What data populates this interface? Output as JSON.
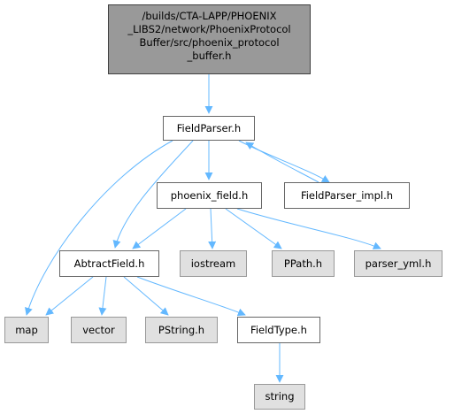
{
  "graph": {
    "edge_color": "#63b8ff",
    "nodes": {
      "main": {
        "lines": [
          "/builds/CTA-LAPP/PHOENIX",
          "_LIBS2/network/PhoenixProtocol",
          "Buffer/src/phoenix_protocol",
          "_buffer.h"
        ],
        "style": "focus"
      },
      "fieldparser": {
        "label": "FieldParser.h",
        "style": "documented"
      },
      "phoenix_field": {
        "label": "phoenix_field.h",
        "style": "documented"
      },
      "fieldparser_impl": {
        "label": "FieldParser_impl.h",
        "style": "documented"
      },
      "abtractfield": {
        "label": "AbtractField.h",
        "style": "documented"
      },
      "iostream": {
        "label": "iostream",
        "style": "external"
      },
      "ppath": {
        "label": "PPath.h",
        "style": "external"
      },
      "parser_yml": {
        "label": "parser_yml.h",
        "style": "external"
      },
      "map": {
        "label": "map",
        "style": "external"
      },
      "vector": {
        "label": "vector",
        "style": "external"
      },
      "pstring": {
        "label": "PString.h",
        "style": "external"
      },
      "fieldtype": {
        "label": "FieldType.h",
        "style": "documented"
      },
      "string": {
        "label": "string",
        "style": "external"
      }
    },
    "edges": [
      [
        "main",
        "fieldparser"
      ],
      [
        "fieldparser",
        "map"
      ],
      [
        "fieldparser",
        "abtractfield"
      ],
      [
        "fieldparser",
        "phoenix_field"
      ],
      [
        "fieldparser",
        "fieldparser_impl"
      ],
      [
        "fieldparser_impl",
        "fieldparser"
      ],
      [
        "phoenix_field",
        "abtractfield"
      ],
      [
        "phoenix_field",
        "iostream"
      ],
      [
        "phoenix_field",
        "ppath"
      ],
      [
        "phoenix_field",
        "parser_yml"
      ],
      [
        "abtractfield",
        "map"
      ],
      [
        "abtractfield",
        "vector"
      ],
      [
        "abtractfield",
        "pstring"
      ],
      [
        "abtractfield",
        "fieldtype"
      ],
      [
        "fieldtype",
        "string"
      ]
    ]
  }
}
